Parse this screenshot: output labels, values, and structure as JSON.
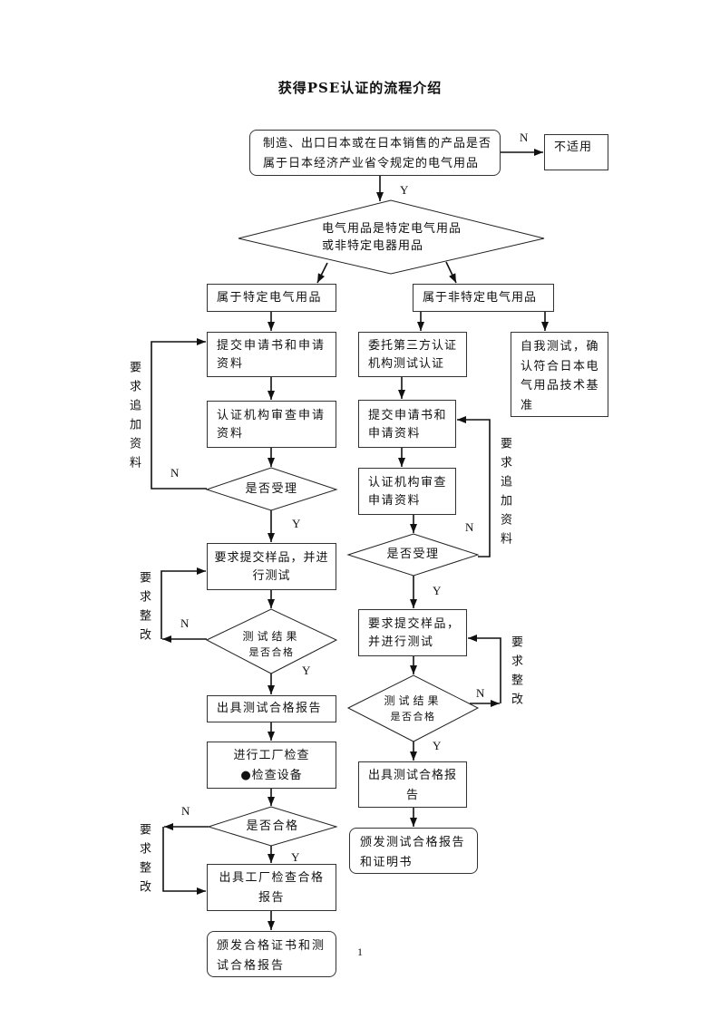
{
  "document": {
    "title": "获得PSE认证的流程介绍",
    "page_number": "1"
  },
  "branch_labels": {
    "yes": "Y",
    "no": "N"
  },
  "flowchart": {
    "scope_question": {
      "line1": "制造、出口日本或在日本销售的产品是否",
      "line2": "属于日本经济产业省令规定的电气用品"
    },
    "not_applicable": "不适用",
    "category_question": {
      "line1": "电气用品是特定电气用品",
      "line2": "或非特定电器用品"
    },
    "specified_path": {
      "category": "属于特定电气用品",
      "submit_application": {
        "line1": "提交申请书和申请",
        "line2": "资料"
      },
      "agency_review": {
        "line1": "认证机构审查申请",
        "line2": "资料"
      },
      "accepted_question": "是否受理",
      "request_more_documents": "要求追加资料",
      "submit_samples": {
        "line1": "要求提交样品，并进",
        "line2": "行测试"
      },
      "test_result_question": {
        "line1": "测试结果",
        "line2": "是否合格"
      },
      "request_rectification": "要求整改",
      "issue_test_report": "出具测试合格报告",
      "factory_inspection": {
        "line1": "进行工厂检查",
        "line2": "●检查设备"
      },
      "inspection_pass_question": "是否合格",
      "request_rectification_after_inspection": "要求整改",
      "issue_inspection_report": {
        "line1": "出具工厂检查合格",
        "line2": "报告"
      },
      "issue_certificate": {
        "line1": "颁发合格证书和测",
        "line2": "试合格报告"
      }
    },
    "non_specified_path": {
      "category": "属于非特定电气用品",
      "third_party_testing": {
        "line1": "委托第三方认证",
        "line2": "机构测试认证"
      },
      "self_testing": {
        "line1": "自我测试，确",
        "line2": "认符合日本电",
        "line3": "气用品技术基",
        "line4": "准"
      },
      "submit_application": {
        "line1": "提交申请书和",
        "line2": "申请资料"
      },
      "agency_review": {
        "line1": "认证机构审查",
        "line2": "申请资料"
      },
      "accepted_question": "是否受理",
      "request_more_documents": "要求追加资料",
      "submit_samples": {
        "line1": "要求提交样品，",
        "line2": "并进行测试"
      },
      "test_result_question": {
        "line1": "测试结果",
        "line2": "是否合格"
      },
      "request_rectification": "要求整改",
      "issue_test_report": {
        "line1": "出具测试合格报",
        "line2": "告"
      },
      "issue_report_and_certificate": {
        "line1": "颁发测试合格报告",
        "line2": "和证明书"
      }
    }
  }
}
